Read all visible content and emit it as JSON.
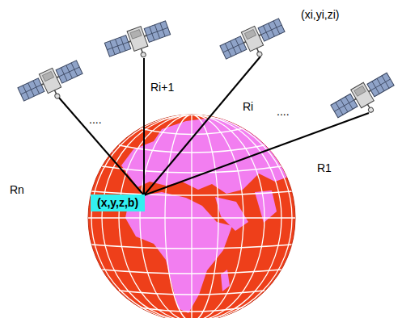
{
  "diagram": {
    "nodes": [
      {
        "text": [
          "(x,y,z,b)"
        ]
      }
    ],
    "labels": [
      "(xi,yi,zi)",
      "Ri+1",
      "Ri",
      "....",
      "....",
      "Rn",
      "R1"
    ]
  }
}
